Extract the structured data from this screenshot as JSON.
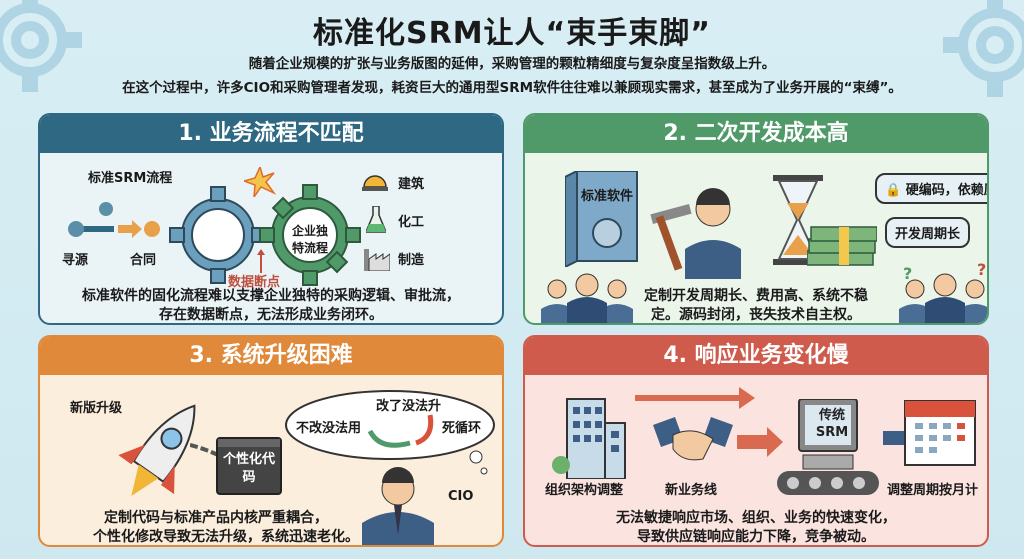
{
  "header": {
    "title": "标准化SRM让人“束手束脚”",
    "subtitle_1": "随着企业规模的扩张与业务版图的延伸，采购管理的颗粒精细度与复杂度呈指数级上升。",
    "subtitle_2": "在这个过程中，许多CIO和采购管理者发现，耗资巨大的通用型SRM软件往往难以兼顾现实需求，甚至成为了业务开展的“束缚”。"
  },
  "colors": {
    "panel1": "#2e6883",
    "panel2": "#4f9a68",
    "panel3": "#e0893a",
    "panel4": "#cf5b4d"
  },
  "panels": [
    {
      "title": "1. 业务流程不匹配",
      "labels": {
        "standard_flow": "标准SRM流程",
        "source": "寻源",
        "contract": "合同",
        "unique_flow": "企业独特流程",
        "breakpoint": "数据断点",
        "construction": "建筑",
        "chemical": "化工",
        "manufacturing": "制造"
      },
      "desc_1": "标准软件的固化流程难以支撑企业独特的采购逻辑、审批流，",
      "desc_2": "存在数据断点，无法形成业务闭环。"
    },
    {
      "title": "2. 二次开发成本高",
      "labels": {
        "software_box": "标准软件",
        "bubble_1": "硬编码，依赖原厂",
        "bubble_2": "开发周期长"
      },
      "desc_1": "定制开发周期长、费用高、系统不稳",
      "desc_2": "定。源码封闭，丧失技术自主权。"
    },
    {
      "title": "3. 系统升级困难",
      "labels": {
        "upgrade": "新版升级",
        "custom_code": "个性化代码",
        "cycle_top": "改了没法升",
        "cycle_left": "不改没法用",
        "cycle_right": "死循环",
        "cio": "CIO"
      },
      "desc_1": "定制代码与标准产品内核严重耦合，",
      "desc_2": "个性化修改导致无法升级，系统迅速老化。"
    },
    {
      "title": "4. 响应业务变化慢",
      "labels": {
        "org": "组织架构调整",
        "new_line": "新业务线",
        "legacy_srm": "传统SRM",
        "cycle": "调整周期按月计"
      },
      "desc_1": "无法敏捷响应市场、组织、业务的快速变化，",
      "desc_2": "导致供应链响应能力下降，竞争被动。"
    }
  ]
}
